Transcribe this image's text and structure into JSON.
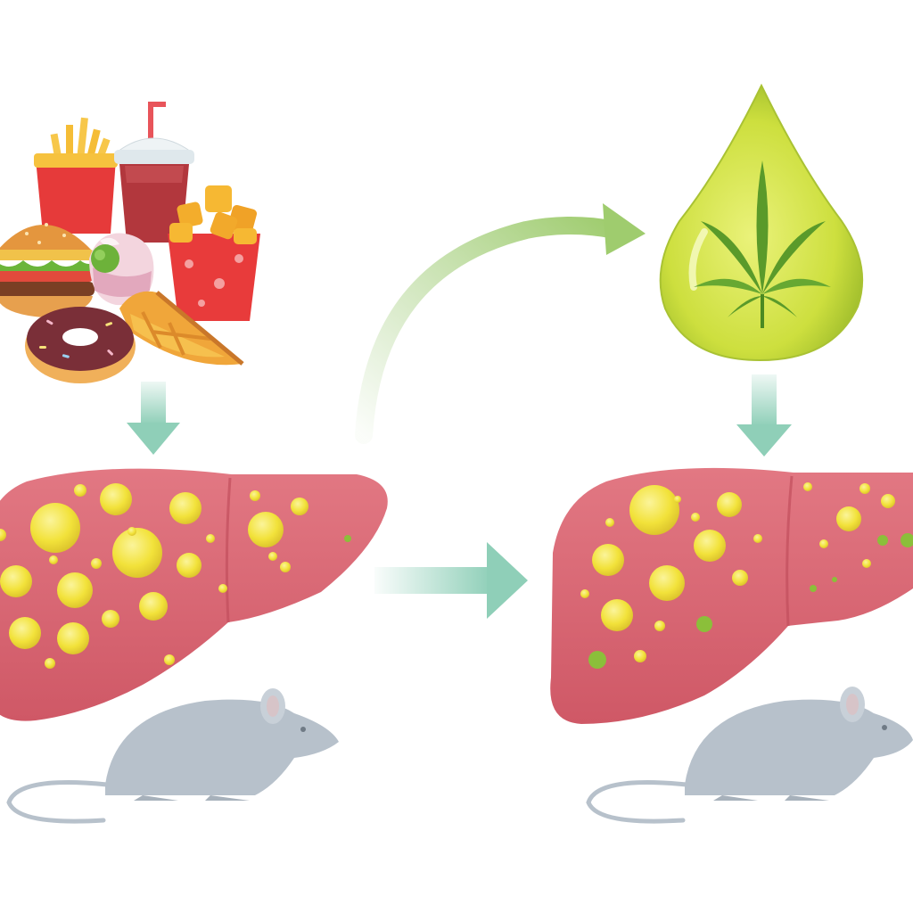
{
  "diagram": {
    "nodes": [
      {
        "id": "junk-food",
        "icon": "junk-food-pile-icon"
      },
      {
        "id": "cbd-oil",
        "icon": "cannabis-oil-drop-icon"
      },
      {
        "id": "fatty-liver",
        "icon": "fatty-liver-icon",
        "fat_level": "high"
      },
      {
        "id": "treated-liver",
        "icon": "treated-liver-icon",
        "fat_level": "reduced"
      },
      {
        "id": "mouse-untreated",
        "icon": "mouse-icon"
      },
      {
        "id": "mouse-treated",
        "icon": "mouse-icon"
      }
    ],
    "edges": [
      {
        "from": "junk-food",
        "to": "fatty-liver",
        "style": "straight-down"
      },
      {
        "from": "fatty-liver",
        "to": "cbd-oil",
        "style": "curved"
      },
      {
        "from": "cbd-oil",
        "to": "treated-liver",
        "style": "straight-down"
      },
      {
        "from": "fatty-liver",
        "to": "treated-liver",
        "style": "straight-right"
      }
    ],
    "colors": {
      "liver": "#d9636f",
      "liver_shade": "#c24f5c",
      "fat_droplet": "#f2e23a",
      "green_spot": "#8bbf3a",
      "arrow": "#8fcfb8",
      "oil_drop": "#c8dc3c",
      "leaf": "#5a9a2a",
      "mouse": "#b7c1cb"
    }
  }
}
